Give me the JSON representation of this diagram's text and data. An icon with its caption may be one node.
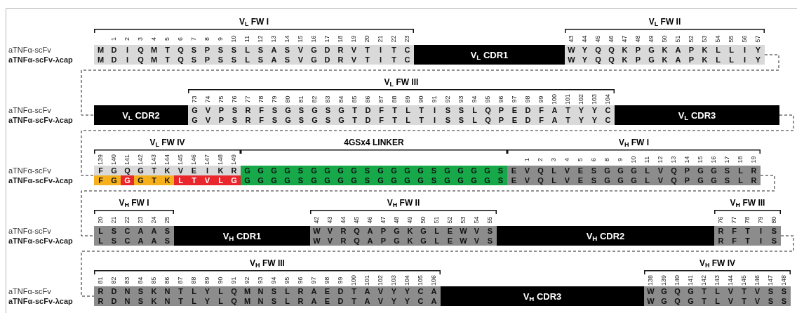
{
  "diagram": {
    "nodes": [
      {
        "text": [
          "V$_{L}$ FW I",
          "1 2 3 4 5 6 7 8 9 10 11 12 13 14 15 16 17 18 19 20 21 22 23",
          "M D I Q M T Q S P S S L S A S V G D R V T I T C",
          "M D I Q M T Q S P S S L S A S V G D R V T I T C"
        ]
      },
      {
        "text": [
          "V$_{L}$ CDR1"
        ]
      },
      {
        "text": [
          "V$_{L}$ FW II",
          "43 44 45 46 47 48 49 50 51 52 53 54 55 56 57",
          "W Y Q Q K P G K A P K L L I Y",
          "W Y Q Q K P G K A P K L L I Y"
        ]
      },
      {
        "text": [
          "V$_{L}$ CDR2"
        ]
      },
      {
        "text": [
          "V$_{L}$ FW III",
          "73 74 75 76 77 78 79 80 81 82 83 84 85 86 87 88 89 90 91 92 93 94 95 96 97 98 99 100 101 102 103 104",
          "G V P S R F S G S G S G T D F T L T I S S L Q P E D F A T Y Y C",
          "G V P S R F S G S G S G T D F T L T I S S L Q P E D F A T Y Y C"
        ]
      },
      {
        "text": [
          "V$_{L}$ CDR3"
        ]
      },
      {
        "text": [
          "V$_{L}$ FW IV",
          "139 140 141 142 143 144 145 146 147 148 149",
          "F G Q G T K V E I K R",
          "F G G G T K L T V L G"
        ]
      },
      {
        "text": [
          "4GSx4 LINKER",
          "G G G G S G G G G S G G G G S G G G G S",
          "G G G G S G G G G S G G G G S G G G G S"
        ]
      },
      {
        "text": [
          "V$_{H}$ FW I",
          "1 2 3 4 5 6 8 9 10 11 12 13 14 15 16 17 18 19",
          "E V Q L V E S G G G L V Q P G G S L R",
          "E V Q L V E S G G G L V Q P G G S L R"
        ]
      },
      {
        "text": [
          "V$_{H}$ FW I",
          "20 21 22 23 24 25",
          "L S C A A S",
          "L S C A A S"
        ]
      },
      {
        "text": [
          "V$_{H}$ CDR1"
        ]
      },
      {
        "text": [
          "V$_{H}$ FW II",
          "42 43 44 45 46 47 48 49 50 51 52 53 54 55",
          "W V R Q A P G K G L E W V S",
          "W V R Q A P G K G L E W V S"
        ]
      },
      {
        "text": [
          "V$_{H}$ CDR2"
        ]
      },
      {
        "text": [
          "V$_{H}$ FW III",
          "76 77 78 79 80",
          "R F T I S",
          "R F T I S"
        ]
      },
      {
        "text": [
          "V$_{H}$ FW III",
          "81 82 83 84 85 86 87 88 89 90 91 92 93 94 95 96 97 98 99 100 101 102 103 104 105 106",
          "R D N S K N T L Y L Q M N S L R A E D T A V Y Y C A",
          "R D N S K N T L Y L Q M N S L R A E D T A V Y Y C A"
        ]
      },
      {
        "text": [
          "V$_{H}$ CDR3"
        ]
      },
      {
        "text": [
          "V$_{H}$ FW IV",
          "138 139 140 141 142 143 144 145 146 147 148",
          "W G Q G T L V T V S S",
          "W G Q G T L V T V S S"
        ]
      }
    ],
    "edges": [
      {
        "from": 2,
        "to": 3,
        "arrow": "none",
        "style": "dashed"
      },
      {
        "from": 5,
        "to": 6,
        "arrow": "none",
        "style": "dashed"
      },
      {
        "from": 8,
        "to": 9,
        "arrow": "none",
        "style": "dashed"
      },
      {
        "from": 13,
        "to": 14,
        "arrow": "none",
        "style": "dashed"
      }
    ],
    "labels": [
      "aTNFα-scFv",
      "aTNFα-scFv-λcap",
      "aTNFα-scFv",
      "aTNFα-scFv-λcap",
      "aTNFα-scFv",
      "aTNFα-scFv-λcap",
      "aTNFα-scFv",
      "aTNFα-scFv-λcap",
      "aTNFα-scFv",
      "aTNFα-scFv-λcap"
    ]
  }
}
